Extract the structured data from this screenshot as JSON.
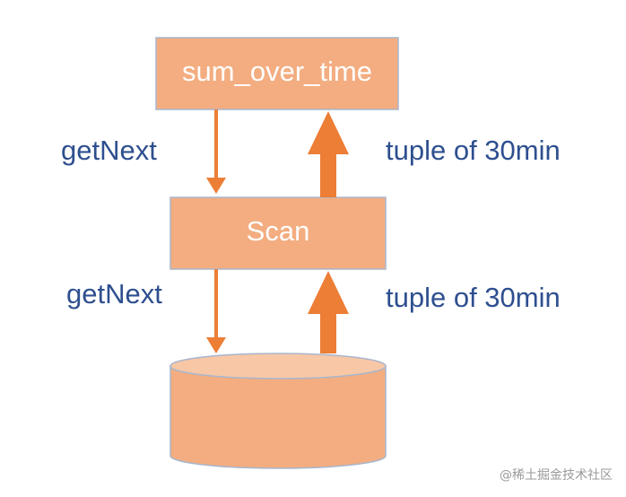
{
  "nodes": {
    "top_operator": "sum_over_time",
    "middle_operator": "Scan",
    "storage": ""
  },
  "edges": {
    "upper_request": "getNext",
    "upper_response": "tuple of 30min",
    "lower_request": "getNext",
    "lower_response": "tuple of 30min"
  },
  "watermark": "@稀土掘金技术社区",
  "colors": {
    "box_fill": "#f3ad80",
    "box_border": "#a9b6cd",
    "arrow": "#ec7e36",
    "label_text": "#2e4f8f",
    "cylinder_fill": "#f3ad80",
    "cylinder_top": "#f8c7a6",
    "cylinder_stroke": "#a9b6cd"
  }
}
